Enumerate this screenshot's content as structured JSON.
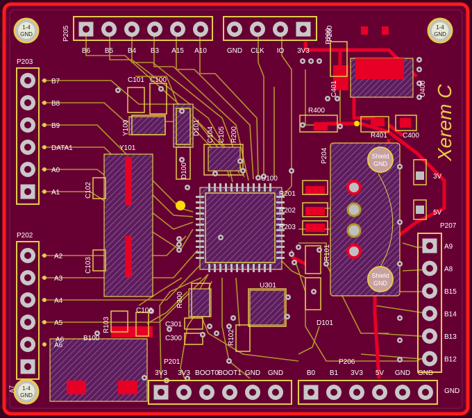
{
  "colors": {
    "board_bg": "#660033",
    "edge": "#ff1a1a",
    "silk": "#e6cc4d",
    "copper_top": "#e60026",
    "trace": "#b3962e",
    "pad": "#c0c0c0",
    "hatch": "#8a3a8a"
  },
  "mount_hole_label": {
    "line1": "1-4",
    "line2": "GND"
  },
  "connectors": {
    "P203": {
      "ref": "P203",
      "pins": [
        "B7",
        "B8",
        "B9",
        "DATA1",
        "A0",
        "A1"
      ]
    },
    "P202": {
      "ref": "P202",
      "pins": [
        "A2",
        "A3",
        "A4",
        "A5",
        "A6",
        "A7"
      ]
    },
    "P205": {
      "ref": "P205",
      "pins": [
        "B6",
        "B5",
        "B4",
        "B3",
        "A15",
        "A10"
      ]
    },
    "P200": {
      "ref": "P200",
      "pins": [
        "GND",
        "CLK",
        "IO",
        "3V3"
      ]
    },
    "P201": {
      "ref": "P201",
      "pins": [
        "3V3",
        "3V3",
        "BOOT0",
        "BOOT1",
        "GND",
        "GND"
      ]
    },
    "P206": {
      "ref": "P206",
      "pins": [
        "B0",
        "B1",
        "3V3",
        "5V",
        "GND",
        "GND"
      ],
      "end_label": "GND"
    },
    "P207": {
      "ref": "P207",
      "pins": [
        "A9",
        "A8",
        "B15",
        "B14",
        "B13",
        "B12"
      ]
    }
  },
  "designators": {
    "C101": "C101",
    "C100": "C100",
    "Y100": "Y100",
    "Y101": "Y101",
    "C102": "C102",
    "C103": "C103",
    "D101": "D101",
    "D100": "D100",
    "C104": "C104",
    "C105": "C105",
    "R200": "R200",
    "U100": "U100",
    "R201": "R201",
    "R202": "R202",
    "R203": "R203",
    "R400": "R400",
    "R401": "R401",
    "C400": "C400",
    "C401": "C401",
    "U400": "U400",
    "P204": "P204",
    "R101": "R101",
    "U301": "U301",
    "D101b": "D101",
    "C106": "C106",
    "R103": "R103",
    "B100": "B100",
    "C301": "C301",
    "C300": "C300",
    "R102": "R102",
    "R300": "R300",
    "P200": "P200"
  },
  "usb": {
    "shield_top": {
      "l1": "Shield",
      "l2": "GND"
    },
    "shield_bottom": {
      "l1": "Shield",
      "l2": "GND"
    }
  },
  "power_labels": {
    "v3": "3V",
    "v5": "5V"
  },
  "logo_text": "Xerem C",
  "vertical_label_a7": "A7"
}
